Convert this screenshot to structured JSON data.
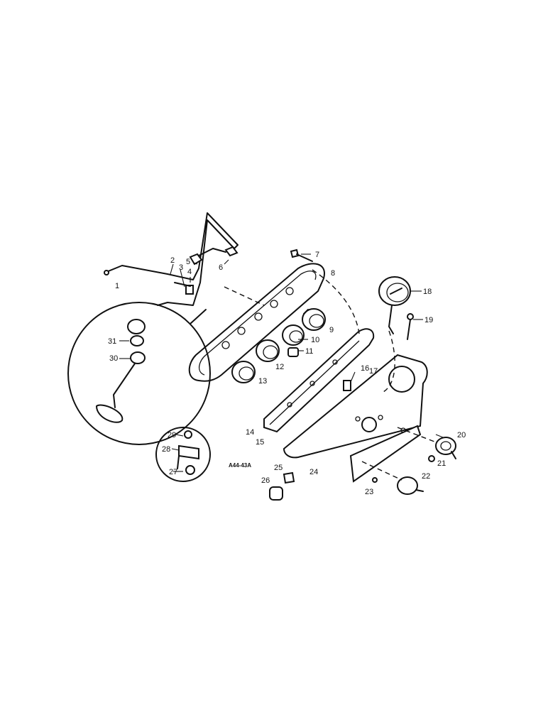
{
  "drawing_code": "A44-43A",
  "callouts": {
    "c1": "1",
    "c2": "2",
    "c3": "3",
    "c4": "4",
    "c5": "5",
    "c6": "6",
    "c7": "7",
    "c8": "8",
    "c9": "9",
    "c10": "10",
    "c11": "11",
    "c12": "12",
    "c13": "13",
    "c14": "14",
    "c15": "15",
    "c16": "16",
    "c17": "17",
    "c18": "18",
    "c19": "19",
    "c20": "20",
    "c21": "21",
    "c22": "22",
    "c23": "23",
    "c24": "24",
    "c25": "25",
    "c26": "26",
    "c27": "27",
    "c28": "28",
    "c29": "29",
    "c30": "30",
    "c31": "31"
  }
}
